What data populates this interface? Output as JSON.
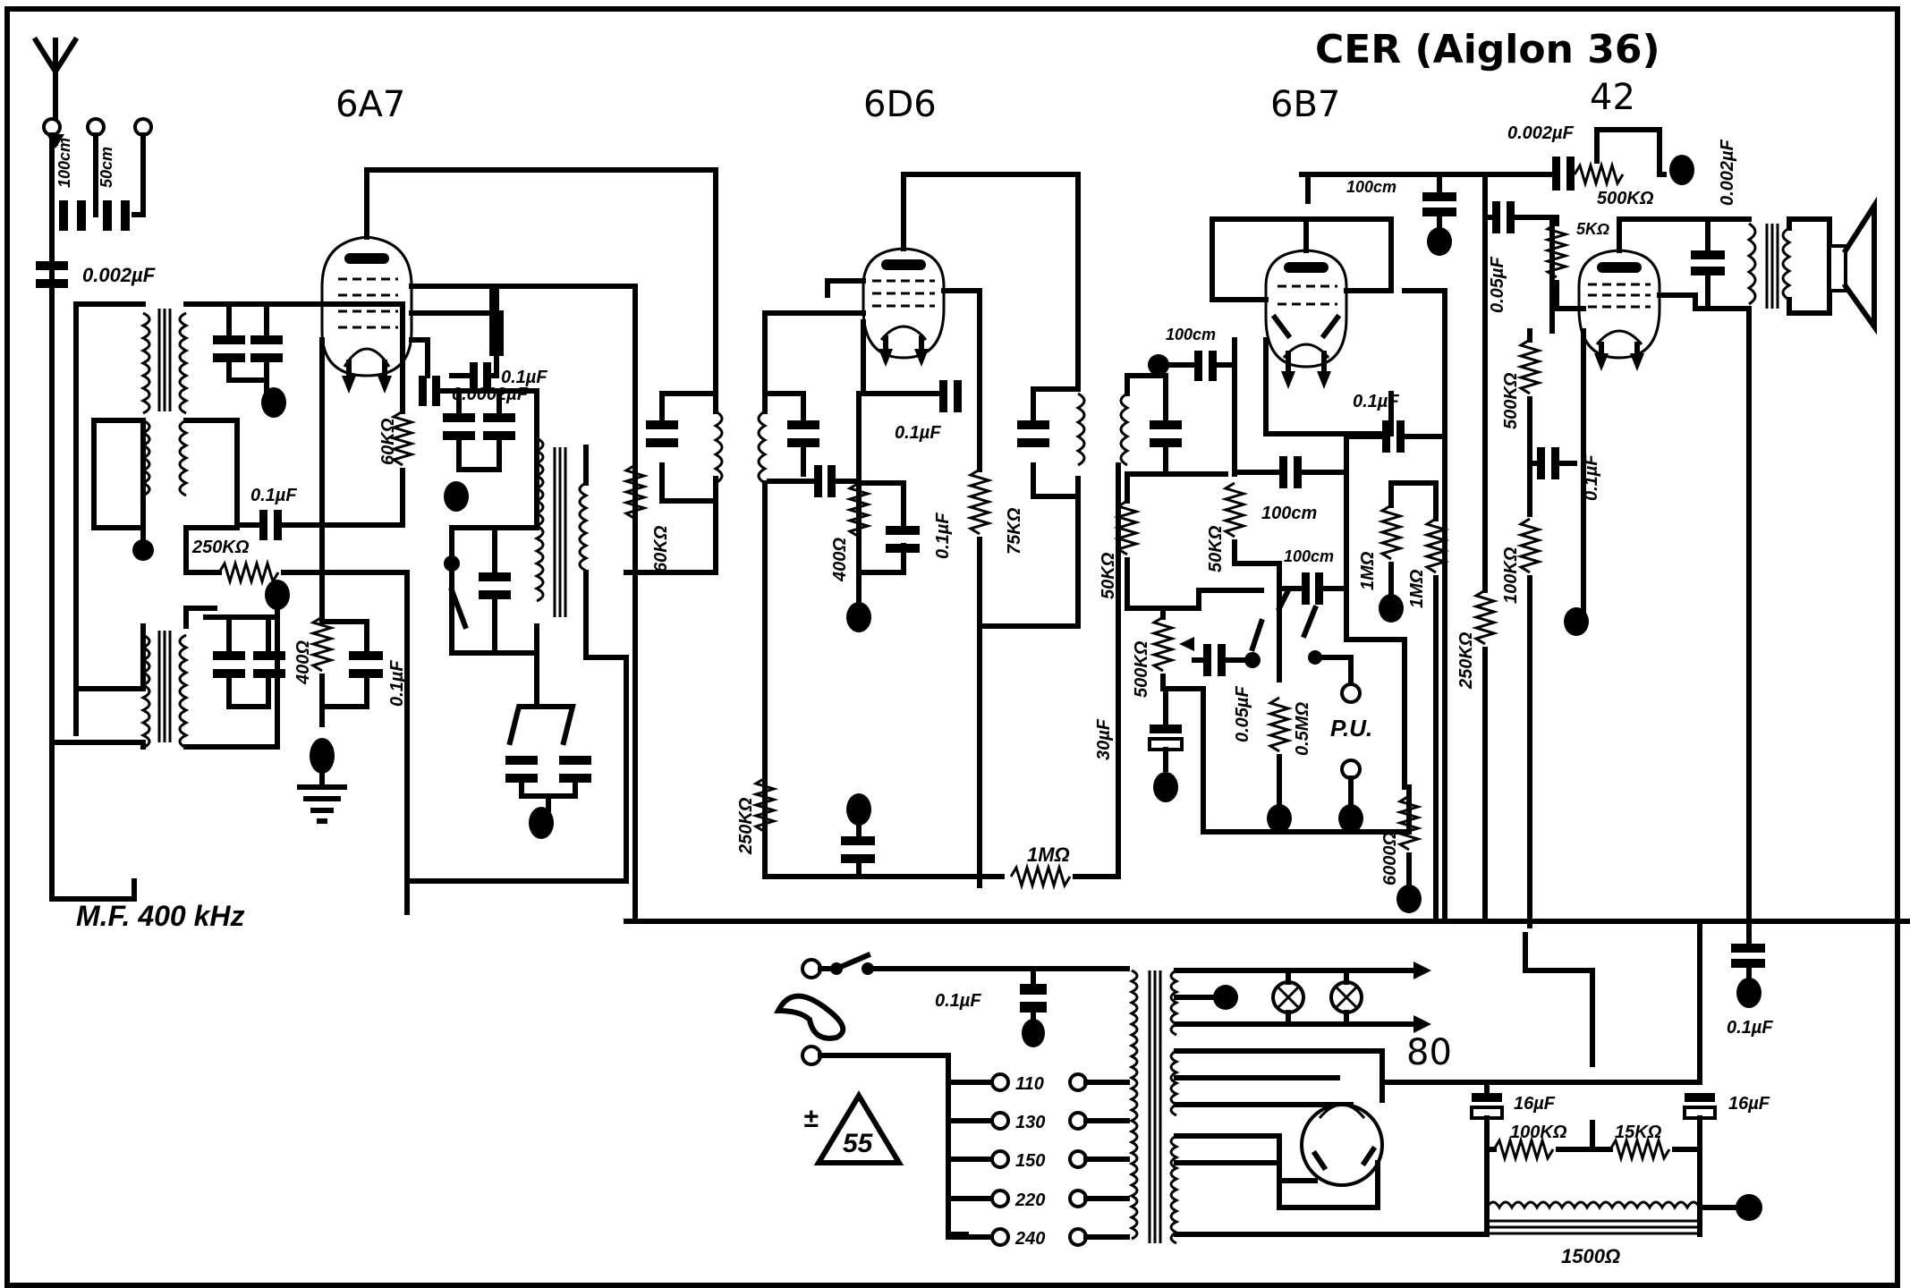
{
  "title": "CER (Aiglon 36)",
  "tubes": [
    {
      "id": "6A7",
      "label": "6A7",
      "role": "converter"
    },
    {
      "id": "6D6",
      "label": "6D6",
      "role": "if-amplifier"
    },
    {
      "id": "6B7",
      "label": "6B7",
      "role": "detector-af"
    },
    {
      "id": "42",
      "label": "42",
      "role": "output"
    },
    {
      "id": "80",
      "label": "80",
      "role": "rectifier"
    }
  ],
  "if_frequency": "M.F. 400 kHz",
  "antenna": {
    "taps": [
      "100cm",
      "50cm"
    ],
    "coupling_cap": "0.002µF"
  },
  "components": {
    "c_6a7_screen": "0.1µF",
    "c_6a7_osc": "0.0002µF",
    "r_6a7_osc": "60KΩ",
    "c_6a7_grid": "0.1µF",
    "r_6a7_grid": "250KΩ",
    "r_6a7_cathode": "400Ω",
    "c_6a7_cathode": "0.1µF",
    "r_6a7_plate": "60KΩ",
    "r_6d6_cathode": "400Ω",
    "c_6d6_cathode": "0.1µF",
    "c_6d6_screen": "0.1µF",
    "r_6d6_screen": "75KΩ",
    "r_6d6_avc": "250KΩ",
    "r_avc_filter": "1MΩ",
    "r_6b7_diode": "50KΩ",
    "c_6b7_diode": "100cm",
    "c_6b7_grid": "100cm",
    "c_6b7_grid2": "100cm",
    "c_6b7_avc": "100cm",
    "r_6b7_load": "50KΩ",
    "pot_volume": "500KΩ",
    "c_electrolytic": "30µF",
    "c_coupling": "0.05µF",
    "r_grid_leak": "0.5MΩ",
    "pickup": "P.U.",
    "r_6b7_grid1": "1MΩ",
    "r_6b7_grid2": "1MΩ",
    "c_6b7_screen": "0.1µF",
    "r_6b7_cathode": "6000Ω",
    "r_6b7_plate": "250KΩ",
    "c_6b7_plate": "100cm",
    "c_42_coupling": "0.05µF",
    "r_42_grid": "500KΩ",
    "r_42_grid2": "100KΩ",
    "c_42_grid": "0.1µF",
    "r_42_stopper": "5KΩ",
    "c_tone": "0.002µF",
    "pot_tone": "500KΩ",
    "c_42_plate": "0.002µF",
    "c_mains": "0.1µF",
    "c_hv_bypass": "0.1µF",
    "c_filter1": "16µF",
    "c_filter2": "16µF",
    "r_bleeder1": "100KΩ",
    "r_bleeder2": "15KΩ",
    "choke": "1500Ω"
  },
  "mains_taps": [
    "110",
    "130",
    "150",
    "220",
    "240"
  ],
  "badge": {
    "sign": "±",
    "value": "55"
  }
}
